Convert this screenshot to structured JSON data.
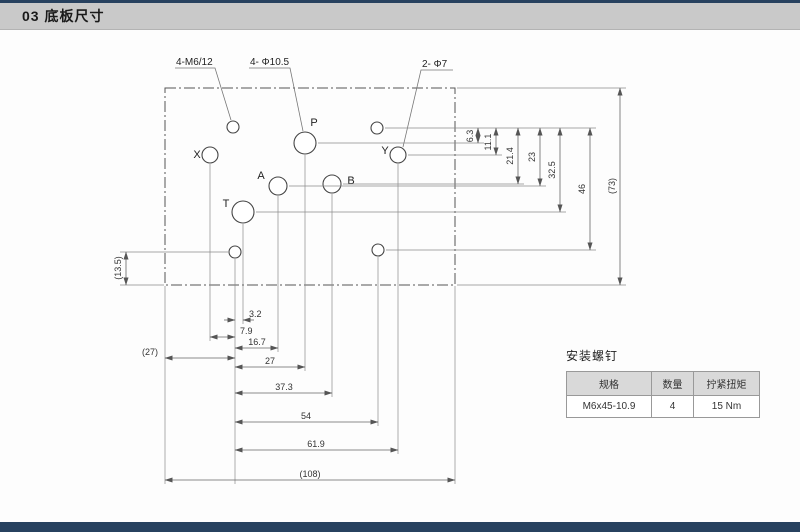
{
  "header": {
    "title": "03 底板尺寸"
  },
  "drawing": {
    "leader_labels": {
      "mounting": "4-M6/12",
      "main_ports": "4- Φ10.5",
      "pilot_ports": "2- Φ7"
    },
    "port_labels": {
      "x": "X",
      "p": "P",
      "y": "Y",
      "a": "A",
      "b": "B",
      "t": "T"
    },
    "dims": {
      "right": {
        "d1": "6.3",
        "d2": "11.1",
        "d3": "21.4",
        "d4": "23",
        "d5": "32.5",
        "d6": "46",
        "d7": "(73)"
      },
      "left": {
        "d1": "(13.5)"
      },
      "bottom": {
        "d1": "3.2",
        "d2": "7.9",
        "d3": "16.7",
        "d4": "(27)",
        "d5": "27",
        "d6": "37.3",
        "d7": "54",
        "d8": "61.9",
        "d9": "(108)"
      }
    }
  },
  "table": {
    "title": "安装螺钉",
    "headers": [
      "规格",
      "数量",
      "拧紧扭矩"
    ],
    "rows": [
      [
        "M6x45-10.9",
        "4",
        "15 Nm"
      ]
    ]
  }
}
